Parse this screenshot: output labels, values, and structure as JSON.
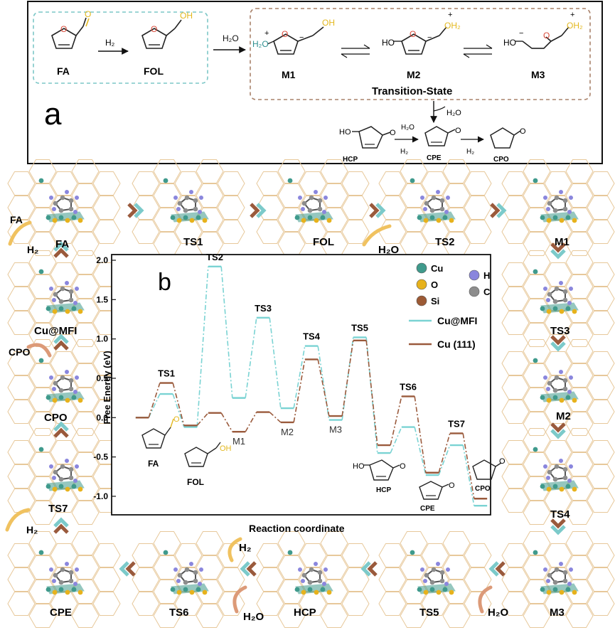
{
  "panel_a": {
    "label": "a",
    "fa": "FA",
    "fol": "FOL",
    "m1": "M1",
    "m2": "M2",
    "m3": "M3",
    "transition_state": "Transition-State",
    "hcp": "HCP",
    "cpe": "CPE",
    "cpo": "CPO",
    "h2": "H₂",
    "h2o": "H₂O",
    "h2o_mid": "H₂O",
    "oh": "OH",
    "ho": "HO",
    "o": "O",
    "oh2": "OH₂",
    "h2o_plus": "H₂O",
    "plus": "+",
    "minus": "−"
  },
  "cycle": {
    "top": [
      "TS1",
      "FOL",
      "TS2",
      "M1"
    ],
    "right": [
      "TS3",
      "M2",
      "TS4"
    ],
    "bottom": [
      "M3",
      "TS5",
      "HCP",
      "TS6",
      "CPE"
    ],
    "left": [
      "TS7",
      "CPO",
      "Cu@MFI"
    ],
    "fa_label": "FA",
    "fa_out": "FA",
    "h2_in": "H₂",
    "h2o_in": "H₂O",
    "h2o_out_m3": "H₂O",
    "h2o_out_hcp": "H₂O",
    "h2_in_bottom": "H₂",
    "h2_in_ts7": "H₂",
    "cpo_out": "CPO",
    "reaction_coordinate": "Reaction coordinate"
  },
  "legend_atoms": [
    {
      "name": "Cu",
      "color": "#3f9a8c"
    },
    {
      "name": "H",
      "color": "#8a86dd"
    },
    {
      "name": "O",
      "color": "#e7b21c"
    },
    {
      "name": "C",
      "color": "#8d8d8d"
    },
    {
      "name": "Si",
      "color": "#9c5a35"
    }
  ],
  "colors": {
    "cu_mfi": "#7ad3d3",
    "cu_111": "#9a5a3c",
    "arrow_teal": "#7ccaca",
    "arrow_brown": "#9a5a3c",
    "arrow_gold": "#f0c260",
    "arrow_salmon": "#dc9a78",
    "frame_line": "#e7c89a",
    "frame_node": "#c99fd6",
    "box_teal": "#7cc7c7",
    "box_brown": "#a9826a",
    "ring_o": "#d84a3a",
    "aldehyde_o": "#e3b81e",
    "water_o": "#6ac4c4"
  },
  "chart_data": {
    "type": "line",
    "panel_label": "b",
    "ylabel": "Free Energy (eV)",
    "ylim": [
      -1.1,
      2.0
    ],
    "yticks": [
      "2.0",
      "1.5",
      "1.0",
      "0.5",
      "0.0",
      "-0.5",
      "-1.0"
    ],
    "xlabel": "Reaction coordinate",
    "states": [
      "FA",
      "TS1",
      "FOL",
      "TS2",
      "M1",
      "TS3",
      "M2",
      "TS4",
      "M3",
      "TS5",
      "HCP",
      "TS6",
      "CPE",
      "TS7",
      "CPO"
    ],
    "series": [
      {
        "name": "Cu@MFI",
        "values": [
          0.0,
          0.3,
          -0.12,
          1.92,
          0.25,
          1.27,
          0.12,
          0.91,
          -0.03,
          1.02,
          -0.45,
          -0.12,
          -0.73,
          -0.35,
          -1.12
        ]
      },
      {
        "name": "Cu (111)",
        "values": [
          0.0,
          0.44,
          -0.1,
          0.06,
          -0.18,
          0.07,
          -0.06,
          0.74,
          0.02,
          0.98,
          -0.35,
          0.27,
          -0.7,
          -0.2,
          -1.03
        ]
      }
    ],
    "peak_labels": [
      "TS1",
      "TS2",
      "TS3",
      "TS4",
      "TS5",
      "TS6",
      "TS7"
    ],
    "valley_labels": [
      "M1",
      "M2",
      "M3"
    ],
    "molecule_labels": [
      "FA",
      "FOL",
      "HCP",
      "CPE",
      "CPO"
    ],
    "legend_position": "top-right"
  }
}
